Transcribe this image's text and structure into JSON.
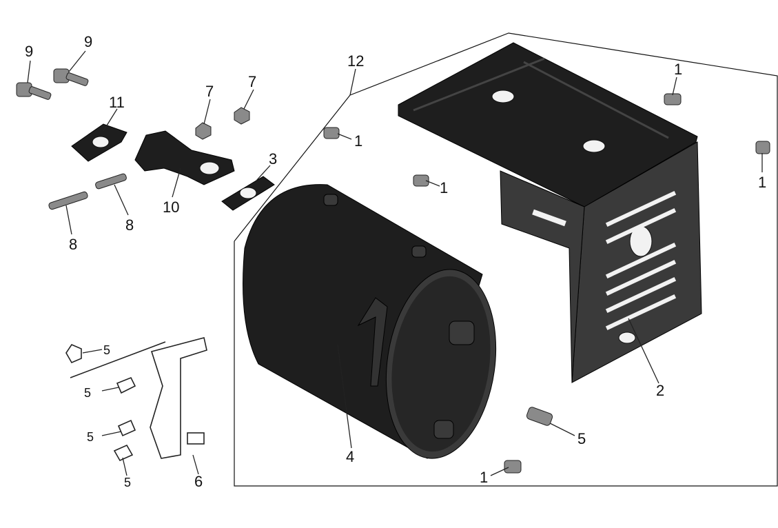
{
  "callouts": {
    "c1a": "1",
    "c1b": "1",
    "c1c": "1",
    "c1d": "1",
    "c1e": "1",
    "c2": "2",
    "c3": "3",
    "c4": "4",
    "c5a": "5",
    "c5b": "5",
    "c5c": "5",
    "c5d": "5",
    "c5e": "5",
    "c6": "6",
    "c7a": "7",
    "c7b": "7",
    "c8a": "8",
    "c8b": "8",
    "c9a": "9",
    "c9b": "9",
    "c10": "10",
    "c11": "11",
    "c12": "12"
  },
  "colors": {
    "part": "#1e1e1e",
    "line": "#222222",
    "background": "#ffffff"
  }
}
